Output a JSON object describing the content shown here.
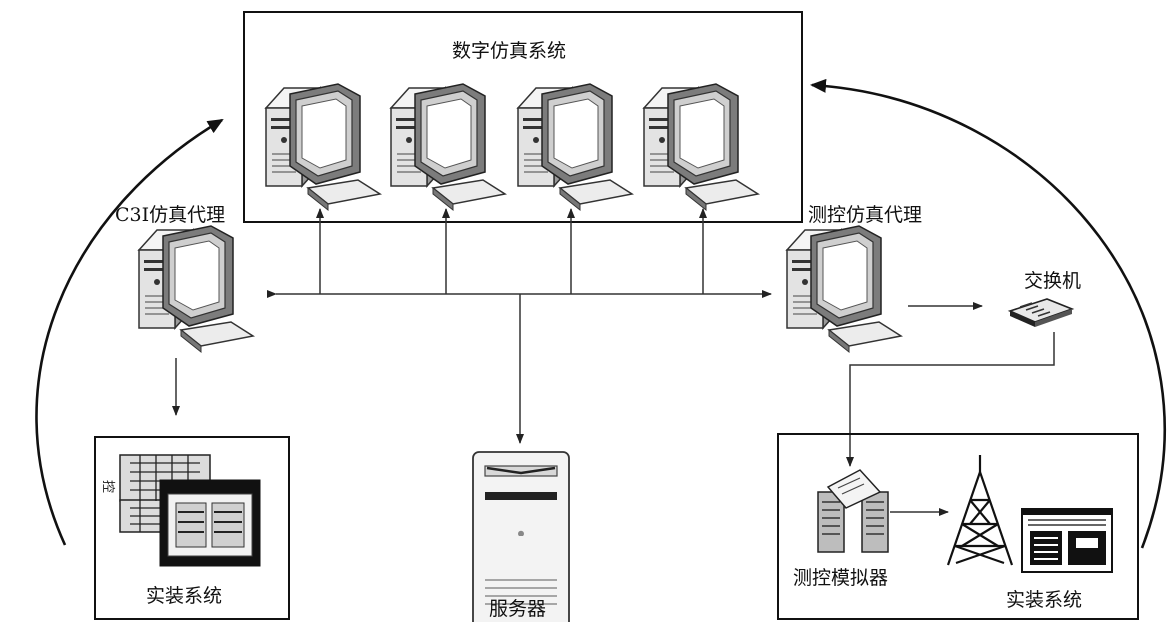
{
  "labels": {
    "digital_sim": "数字仿真系统",
    "c3i_proxy": "C3I仿真代理",
    "tc_proxy": "测控仿真代理",
    "switch": "交换机",
    "real_left": "实装系统",
    "server": "服务器",
    "tc_simulator": "测控模拟器",
    "real_right": "实装系统"
  },
  "icons": {
    "workstation": "desktop-computer-icon",
    "server": "tower-server-icon",
    "switch": "network-switch-icon",
    "antenna": "radio-tower-icon",
    "console": "control-console-icon"
  }
}
